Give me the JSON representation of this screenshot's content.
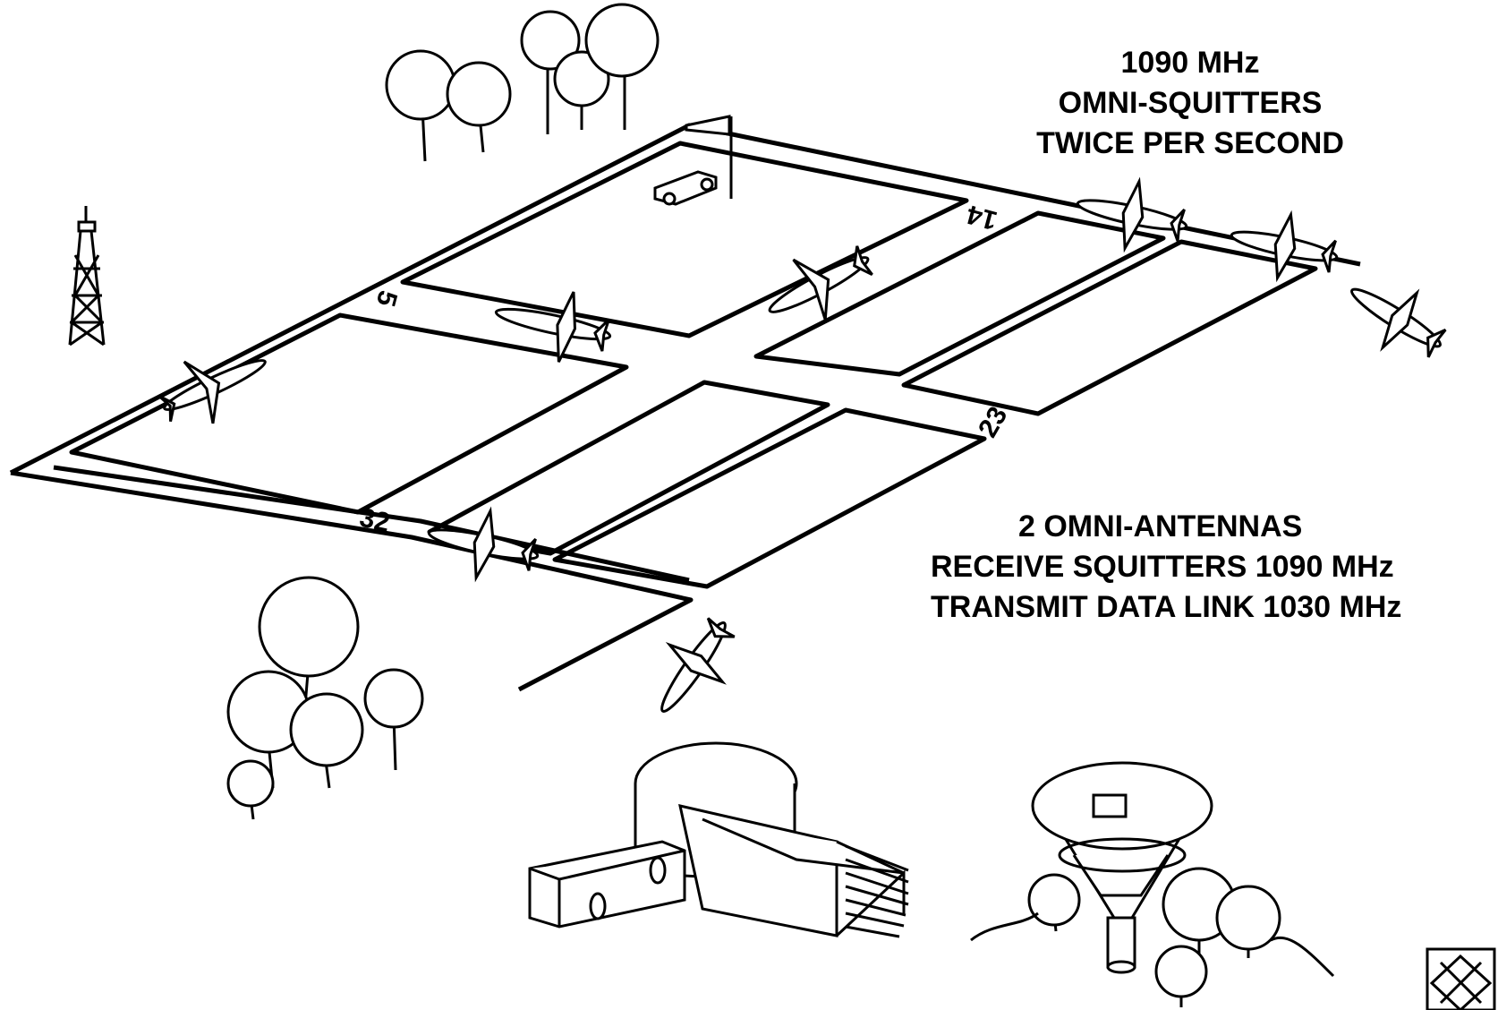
{
  "labels": {
    "squitter_freq": "1090 MHz",
    "squitter_type": "OMNI-SQUITTERS",
    "squitter_rate": "TWICE PER SECOND",
    "antennas_line1": "2 OMNI-ANTENNAS",
    "antennas_line2": "RECEIVE SQUITTERS 1090 MHz",
    "antennas_line3": "TRANSMIT DATA LINK 1030 MHz"
  },
  "runway_numbers": {
    "rwy_14": "14",
    "rwy_5": "5",
    "rwy_23": "23",
    "rwy_32": "32"
  },
  "colors": {
    "ink": "#000000",
    "background": "#ffffff"
  }
}
